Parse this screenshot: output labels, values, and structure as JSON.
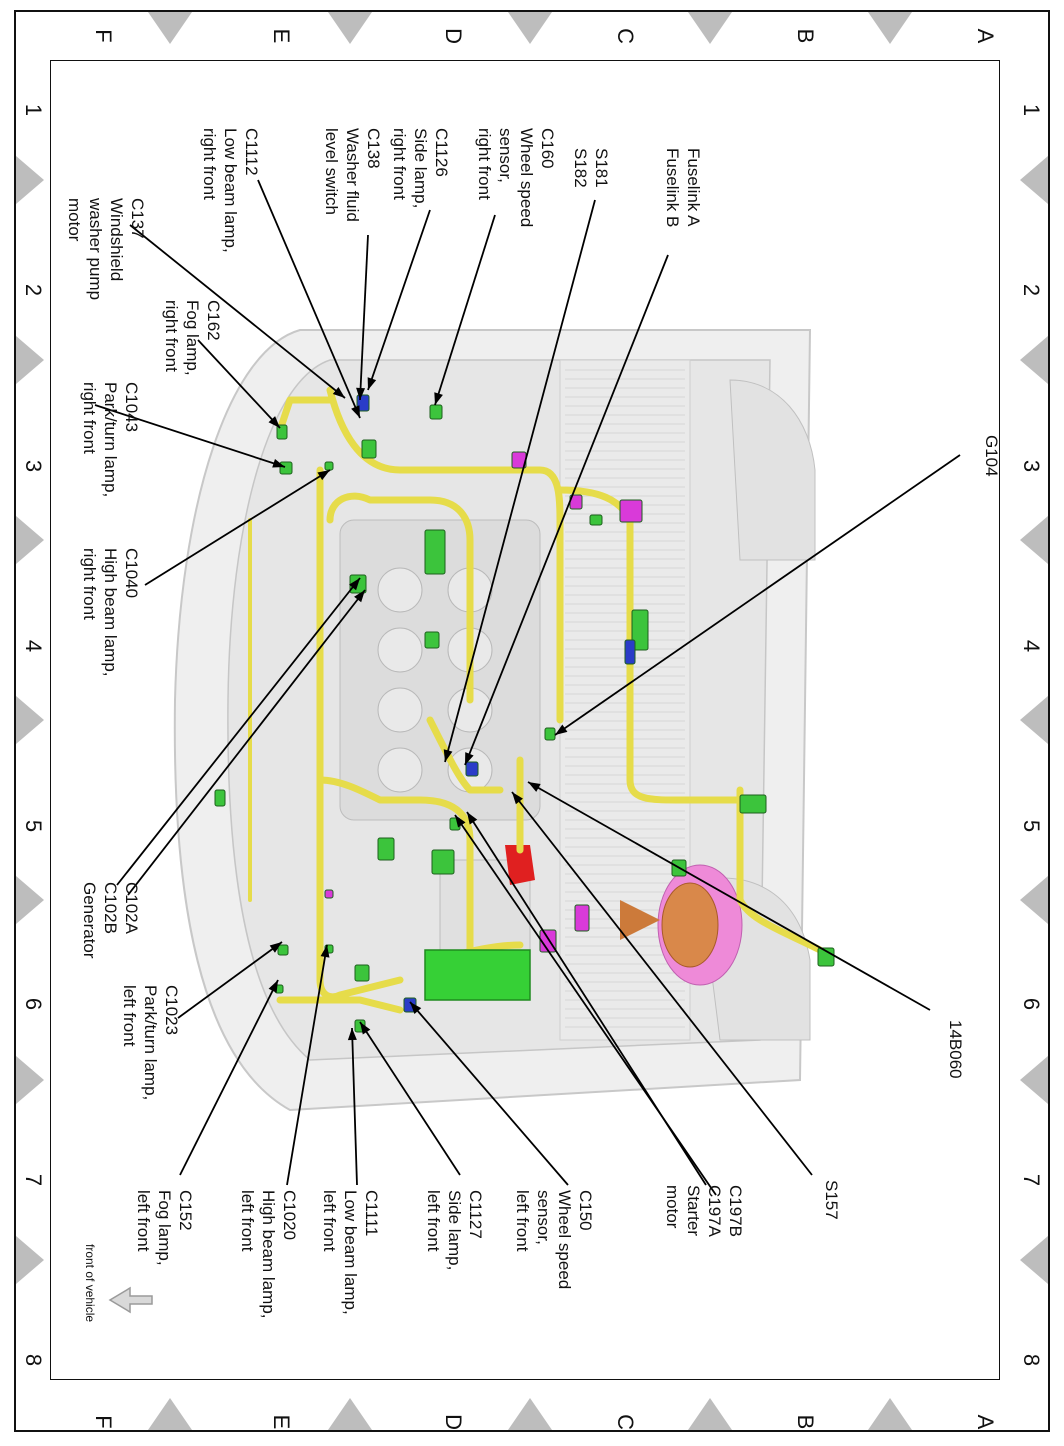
{
  "grid": {
    "letters": [
      "A",
      "B",
      "C",
      "D",
      "E",
      "F"
    ],
    "numbers": [
      "1",
      "2",
      "3",
      "4",
      "5",
      "6",
      "7",
      "8"
    ]
  },
  "labels": {
    "fuselink": [
      "Fuselink A",
      "Fuselink B"
    ],
    "s181": [
      "S181",
      "S182"
    ],
    "c160": [
      "C160",
      "Wheel speed",
      "sensor,",
      "right front"
    ],
    "c1126": [
      "C1126",
      "Side lamp,",
      "right front"
    ],
    "c138": [
      "C138",
      "Washer fluid",
      "level switch"
    ],
    "c1112": [
      "C1112",
      "Low beam lamp,",
      "right front"
    ],
    "c137": [
      "C137",
      "Windshield",
      "washer pump",
      "motor"
    ],
    "c162": [
      "C162",
      "Fog lamp,",
      "right front"
    ],
    "c1043": [
      "C1043",
      "Park/turn lamp,",
      "right front"
    ],
    "c1040": [
      "C1040",
      "High beam lamp,",
      "right front"
    ],
    "c102": [
      "C102A",
      "C102B",
      "Generator"
    ],
    "c1023": [
      "C1023",
      "Park/turn lamp,",
      "left front"
    ],
    "c152": [
      "C152",
      "Fog lamp,",
      "left front"
    ],
    "c1020": [
      "C1020",
      "High beam lamp,",
      "left front"
    ],
    "c1111": [
      "C1111",
      "Low beam lamp,",
      "left front"
    ],
    "c1127": [
      "C1127",
      "Side lamp,",
      "left front"
    ],
    "c150": [
      "C150",
      "Wheel speed",
      "sensor,",
      "left front"
    ],
    "c197": [
      "C197B",
      "C197A",
      "Starter",
      "motor"
    ],
    "s157": [
      "S157"
    ],
    "b060": [
      "14B060"
    ],
    "g104": [
      "G104"
    ]
  },
  "front_of_vehicle": "front of vehicle",
  "colors": {
    "harness": "#e6dc4a",
    "connector_green": "#3cc43c",
    "connector_blue": "#2a3cc8",
    "connector_magenta": "#d93ad9",
    "fuse_box": "#36d036",
    "starter_red": "#e02020",
    "body_gray": "#e4e4e4"
  }
}
